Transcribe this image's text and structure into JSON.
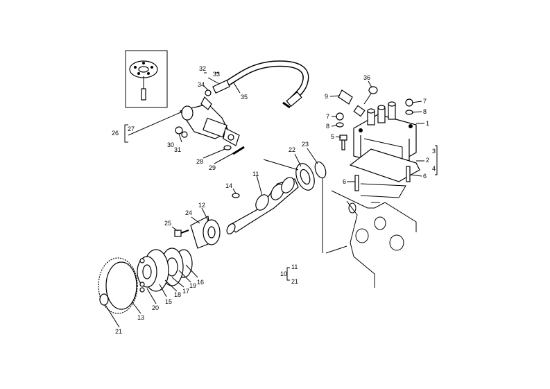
{
  "callouts": [
    {
      "id": "c1",
      "text": "1"
    },
    {
      "id": "c2",
      "text": "2"
    },
    {
      "id": "c3",
      "text": "3"
    },
    {
      "id": "c4",
      "text": "4"
    },
    {
      "id": "c5",
      "text": "5"
    },
    {
      "id": "c6a",
      "text": "6"
    },
    {
      "id": "c6b",
      "text": "6"
    },
    {
      "id": "c7a",
      "text": "7"
    },
    {
      "id": "c7b",
      "text": "7"
    },
    {
      "id": "c8a",
      "text": "8"
    },
    {
      "id": "c8b",
      "text": "8"
    },
    {
      "id": "c9",
      "text": "9"
    },
    {
      "id": "c10",
      "text": "10"
    },
    {
      "id": "c11a",
      "text": "11"
    },
    {
      "id": "c11b",
      "text": "11"
    },
    {
      "id": "c12",
      "text": "12"
    },
    {
      "id": "c13",
      "text": "13"
    },
    {
      "id": "c14",
      "text": "14"
    },
    {
      "id": "c15",
      "text": "15"
    },
    {
      "id": "c16",
      "text": "16"
    },
    {
      "id": "c17",
      "text": "17"
    },
    {
      "id": "c18",
      "text": "18"
    },
    {
      "id": "c19",
      "text": "19"
    },
    {
      "id": "c20",
      "text": "20"
    },
    {
      "id": "c21a",
      "text": "21"
    },
    {
      "id": "c21b",
      "text": "21"
    },
    {
      "id": "c22",
      "text": "22"
    },
    {
      "id": "c23",
      "text": "23"
    },
    {
      "id": "c24",
      "text": "24"
    },
    {
      "id": "c25",
      "text": "25"
    },
    {
      "id": "c26",
      "text": "26"
    },
    {
      "id": "c27",
      "text": "27"
    },
    {
      "id": "c28",
      "text": "28"
    },
    {
      "id": "c29",
      "text": "29"
    },
    {
      "id": "c30",
      "text": "30"
    },
    {
      "id": "c31",
      "text": "31"
    },
    {
      "id": "c32",
      "text": "32"
    },
    {
      "id": "c33",
      "text": "33"
    },
    {
      "id": "c34",
      "text": "34"
    },
    {
      "id": "c35",
      "text": "35"
    },
    {
      "id": "c36",
      "text": "36"
    }
  ]
}
